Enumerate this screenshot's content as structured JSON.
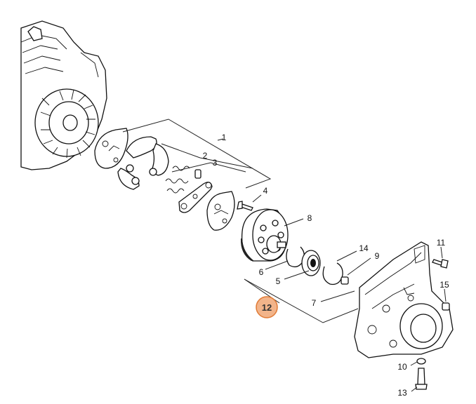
{
  "diagram": {
    "highlight_color": "#f2b48a",
    "highlight_stroke": "#e07a35",
    "callouts": [
      {
        "id": "1",
        "label": "1"
      },
      {
        "id": "2",
        "label": "2"
      },
      {
        "id": "3",
        "label": "3"
      },
      {
        "id": "4",
        "label": "4"
      },
      {
        "id": "5",
        "label": "5"
      },
      {
        "id": "6",
        "label": "6"
      },
      {
        "id": "7",
        "label": "7"
      },
      {
        "id": "8",
        "label": "8"
      },
      {
        "id": "9",
        "label": "9"
      },
      {
        "id": "10",
        "label": "10"
      },
      {
        "id": "11",
        "label": "11"
      },
      {
        "id": "12",
        "label": "12",
        "highlighted": true
      },
      {
        "id": "13",
        "label": "13"
      },
      {
        "id": "14",
        "label": "14"
      },
      {
        "id": "15",
        "label": "15"
      }
    ]
  }
}
